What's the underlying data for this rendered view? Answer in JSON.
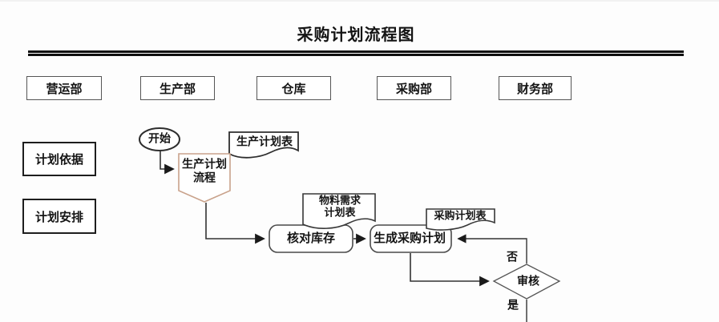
{
  "page": {
    "title": "采购计划流程图"
  },
  "columns": [
    {
      "label": "营运部"
    },
    {
      "label": "生产部"
    },
    {
      "label": "仓库"
    },
    {
      "label": "采购部"
    },
    {
      "label": "财务部"
    }
  ],
  "phases": [
    {
      "label": "计划依据"
    },
    {
      "label": "计划安排"
    }
  ],
  "flow": {
    "start": "开始",
    "production_plan_doc": "生产计划表",
    "process_line1": "生产计划",
    "process_line2": "流程",
    "material_doc_line1": "物料需求",
    "material_doc_line2": "计划表",
    "check_inventory": "核对库存",
    "generate_purchase_plan": "生成采购计划",
    "purchase_plan_doc": "采购计划表",
    "review": "审核",
    "no": "否",
    "yes": "是"
  },
  "colors": {
    "line": "#333333",
    "box_border": "#4a4a4a",
    "process_accent": "#c9a28b",
    "text": "#141414",
    "background": "#fdfdfd"
  }
}
